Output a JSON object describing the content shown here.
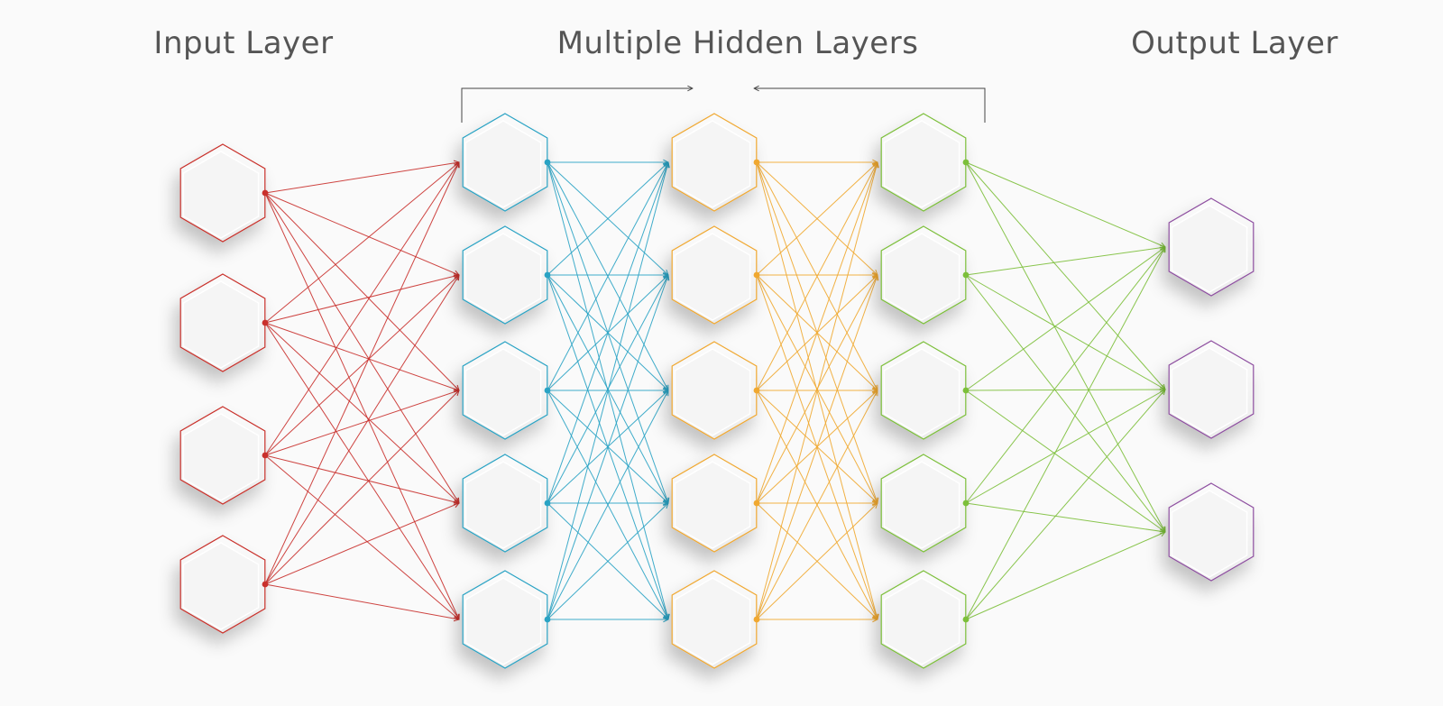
{
  "titles": {
    "input": "Input Layer",
    "hidden": "Multiple Hidden Layers",
    "output": "Output Layer"
  },
  "layers": [
    {
      "name": "input",
      "nodes": 4,
      "color": "#c9302c"
    },
    {
      "name": "hidden-1",
      "nodes": 5,
      "color": "#2aa3c4"
    },
    {
      "name": "hidden-2",
      "nodes": 5,
      "color": "#f0a830"
    },
    {
      "name": "hidden-3",
      "nodes": 5,
      "color": "#7cbf3a"
    },
    {
      "name": "output",
      "nodes": 3,
      "color": "#8e4fa0"
    }
  ],
  "connections": "fully-connected",
  "node_shape": "hexagon"
}
